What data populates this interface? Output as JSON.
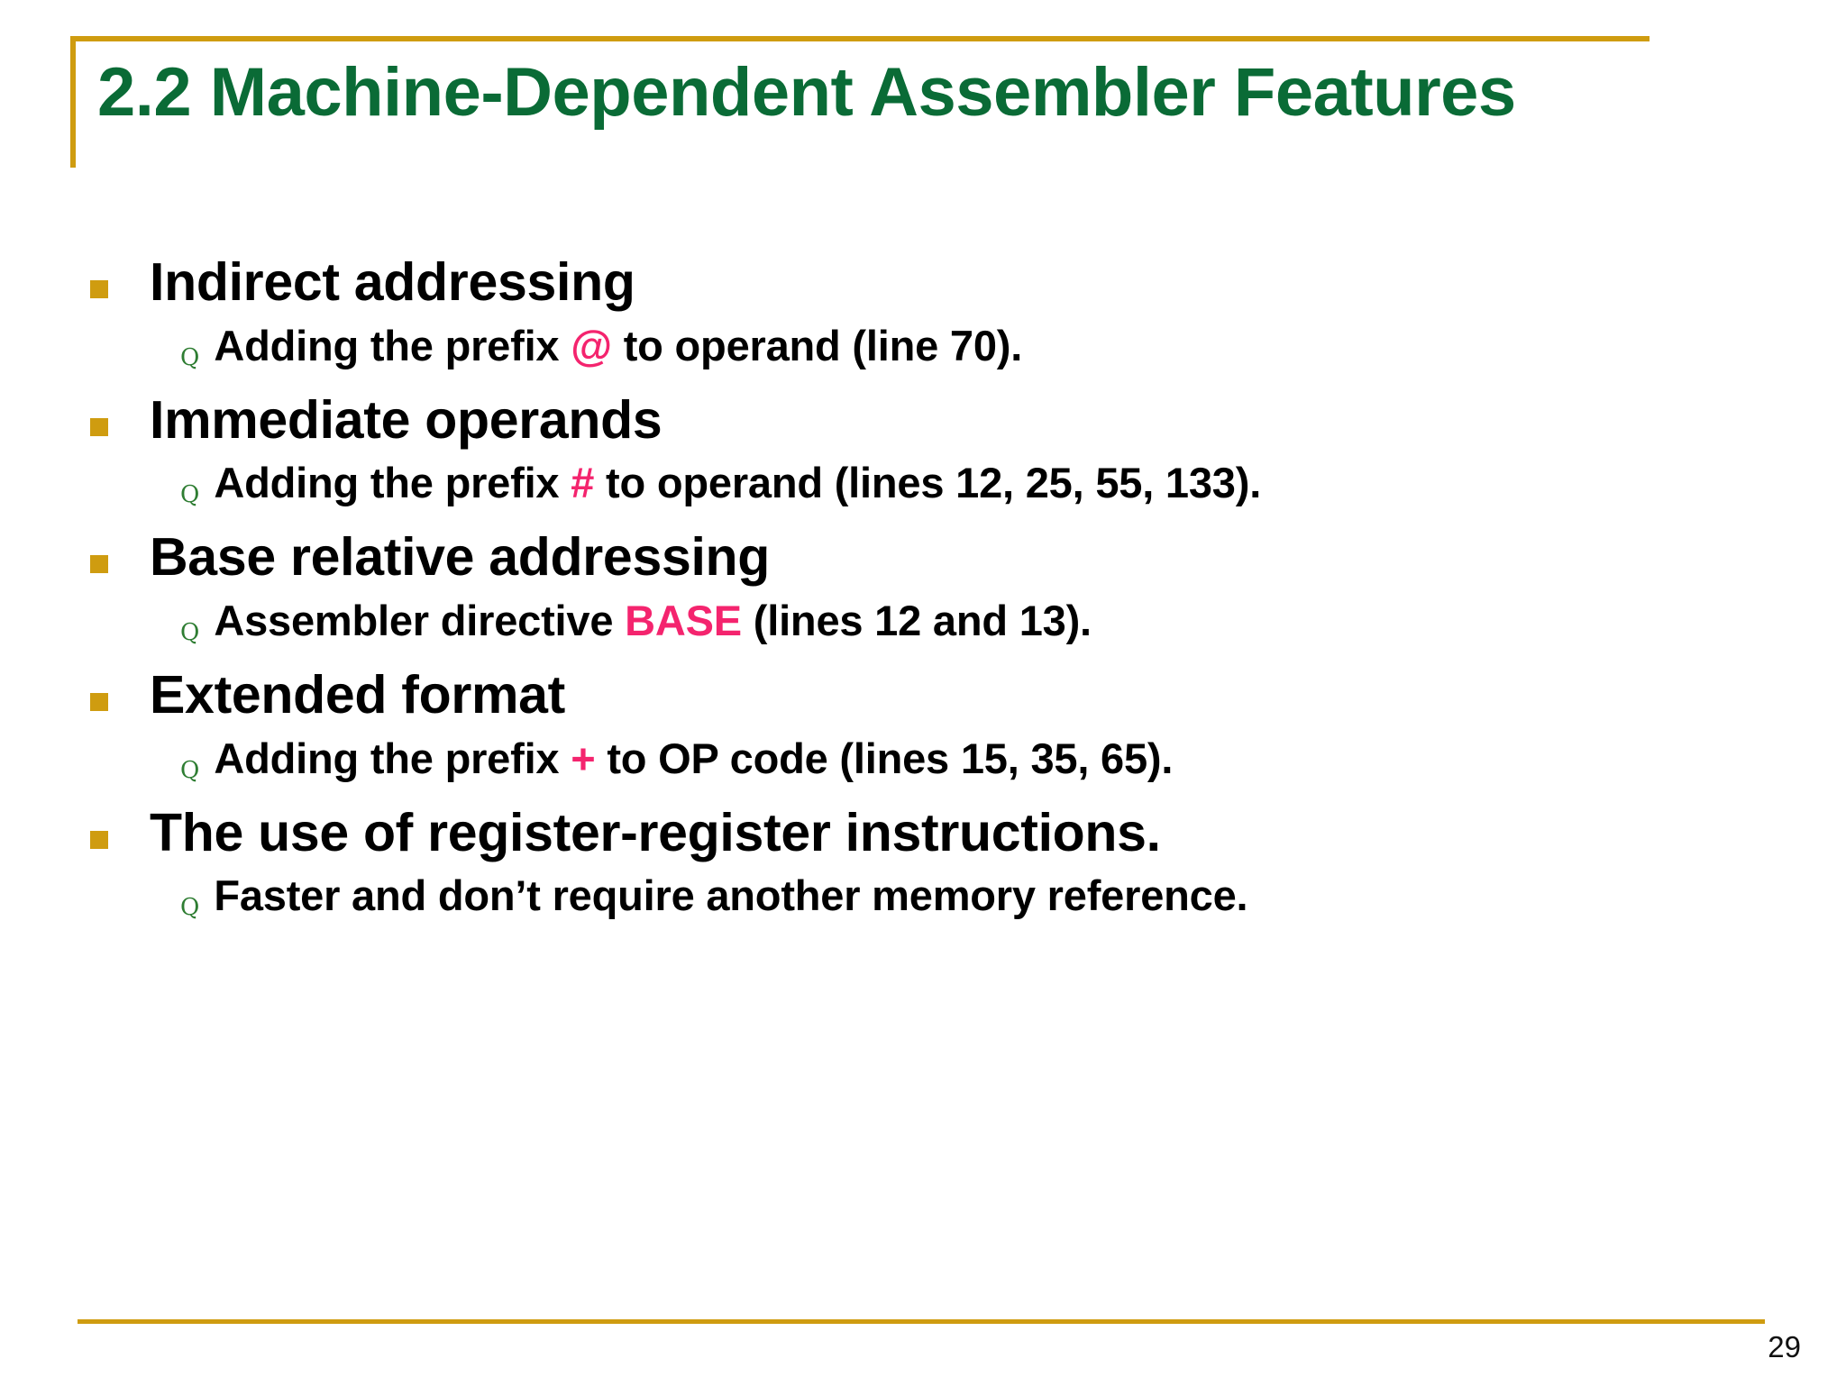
{
  "slide": {
    "title": "2.2  Machine-Dependent Assembler Features",
    "page_number": "29",
    "colors": {
      "title_green": "#0a6b36",
      "rule_gold": "#cf9c10",
      "bullet_gold": "#cf9c10",
      "submarker_green": "#2e7d32",
      "highlight_pink": "#f4246e",
      "body_black": "#000000",
      "background": "#ffffff"
    },
    "bullets": [
      {
        "marker": "gold-square-bullet",
        "text": "Indirect addressing",
        "sub": [
          {
            "marker": "q-glyph-bullet",
            "parts": [
              {
                "text": "Adding the prefix ",
                "style": "plain"
              },
              {
                "text": "@",
                "style": "highlight"
              },
              {
                "text": " to operand (line 70).",
                "style": "plain"
              }
            ]
          }
        ]
      },
      {
        "marker": "gold-square-bullet",
        "text": "Immediate operands",
        "sub": [
          {
            "marker": "q-glyph-bullet",
            "parts": [
              {
                "text": "Adding the prefix ",
                "style": "plain"
              },
              {
                "text": "#",
                "style": "highlight"
              },
              {
                "text": " to operand (lines 12, 25, 55, 133).",
                "style": "plain"
              }
            ]
          }
        ]
      },
      {
        "marker": "gold-square-bullet",
        "text": "Base relative addressing",
        "sub": [
          {
            "marker": "q-glyph-bullet",
            "parts": [
              {
                "text": "Assembler directive ",
                "style": "plain"
              },
              {
                "text": "BASE",
                "style": "highlight"
              },
              {
                "text": " (lines 12 and 13).",
                "style": "plain"
              }
            ]
          }
        ]
      },
      {
        "marker": "gold-square-bullet",
        "text": "Extended format",
        "sub": [
          {
            "marker": "q-glyph-bullet",
            "parts": [
              {
                "text": "Adding the prefix ",
                "style": "plain"
              },
              {
                "text": "+",
                "style": "highlight"
              },
              {
                "text": " to OP code (lines 15, 35, 65).",
                "style": "plain"
              }
            ]
          }
        ]
      },
      {
        "marker": "gold-square-bullet",
        "text": "The use of register-register instructions.",
        "sub": [
          {
            "marker": "q-glyph-bullet",
            "parts": [
              {
                "text": "Faster and don’t require another memory reference.",
                "style": "plain"
              }
            ]
          }
        ]
      }
    ],
    "sub_marker_glyph": "Q"
  }
}
